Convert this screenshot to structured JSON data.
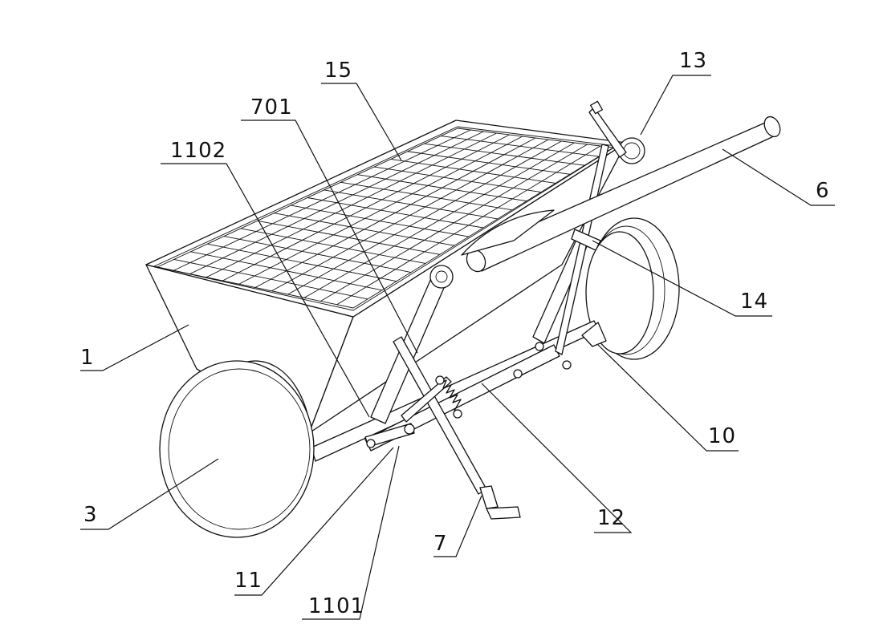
{
  "labels": {
    "l1": "1",
    "l3": "3",
    "l6": "6",
    "l7": "7",
    "l10": "10",
    "l11": "11",
    "l12": "12",
    "l13": "13",
    "l14": "14",
    "l15": "15",
    "l701": "701",
    "l1101": "1101",
    "l1102": "1102"
  }
}
